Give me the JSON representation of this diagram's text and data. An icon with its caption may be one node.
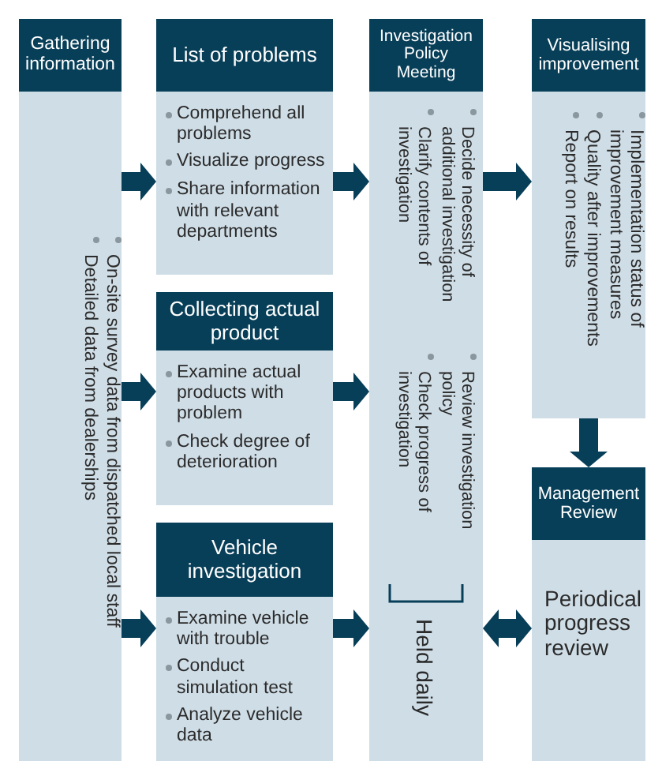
{
  "diagram": {
    "nodes": [
      {
        "text": [
          "Gathering information",
          "On-site survey data from dispatched local staff",
          "Detailed data from dealerships"
        ]
      },
      {
        "text": [
          "List of problems",
          "Comprehend all problems",
          "Visualize progress",
          "Share information with relevant departments"
        ]
      },
      {
        "text": [
          "Investigation Policy Meeting",
          "Decide necessity of additional investigation",
          "Clarify contents of investigation",
          "Review investigation policy",
          "Check progress of investigation",
          "Held daily"
        ]
      },
      {
        "text": [
          "Visualising improvement",
          "Implementation status of improvement measures",
          "Quality after improvements",
          "Report on results"
        ]
      },
      {
        "text": [
          "Collecting actual product",
          "Examine actual products with problem",
          "Check degree of deterioration"
        ]
      },
      {
        "text": [
          "Vehicle investigation",
          "Examine vehicle with trouble",
          "Conduct simulation test",
          "Analyze vehicle data"
        ]
      },
      {
        "text": [
          "Management Review",
          "Periodical progress review"
        ]
      }
    ],
    "edges": [
      {
        "from": 0,
        "to": 1,
        "arrow": "to"
      },
      {
        "from": 0,
        "to": 4,
        "arrow": "to"
      },
      {
        "from": 0,
        "to": 5,
        "arrow": "to"
      },
      {
        "from": 1,
        "to": 2,
        "arrow": "to"
      },
      {
        "from": 4,
        "to": 2,
        "arrow": "to"
      },
      {
        "from": 5,
        "to": 2,
        "arrow": "to"
      },
      {
        "from": 2,
        "to": 3,
        "arrow": "to"
      },
      {
        "from": 3,
        "to": 6,
        "arrow": "to"
      },
      {
        "from": 2,
        "to": 6,
        "arrow": "both"
      }
    ]
  }
}
